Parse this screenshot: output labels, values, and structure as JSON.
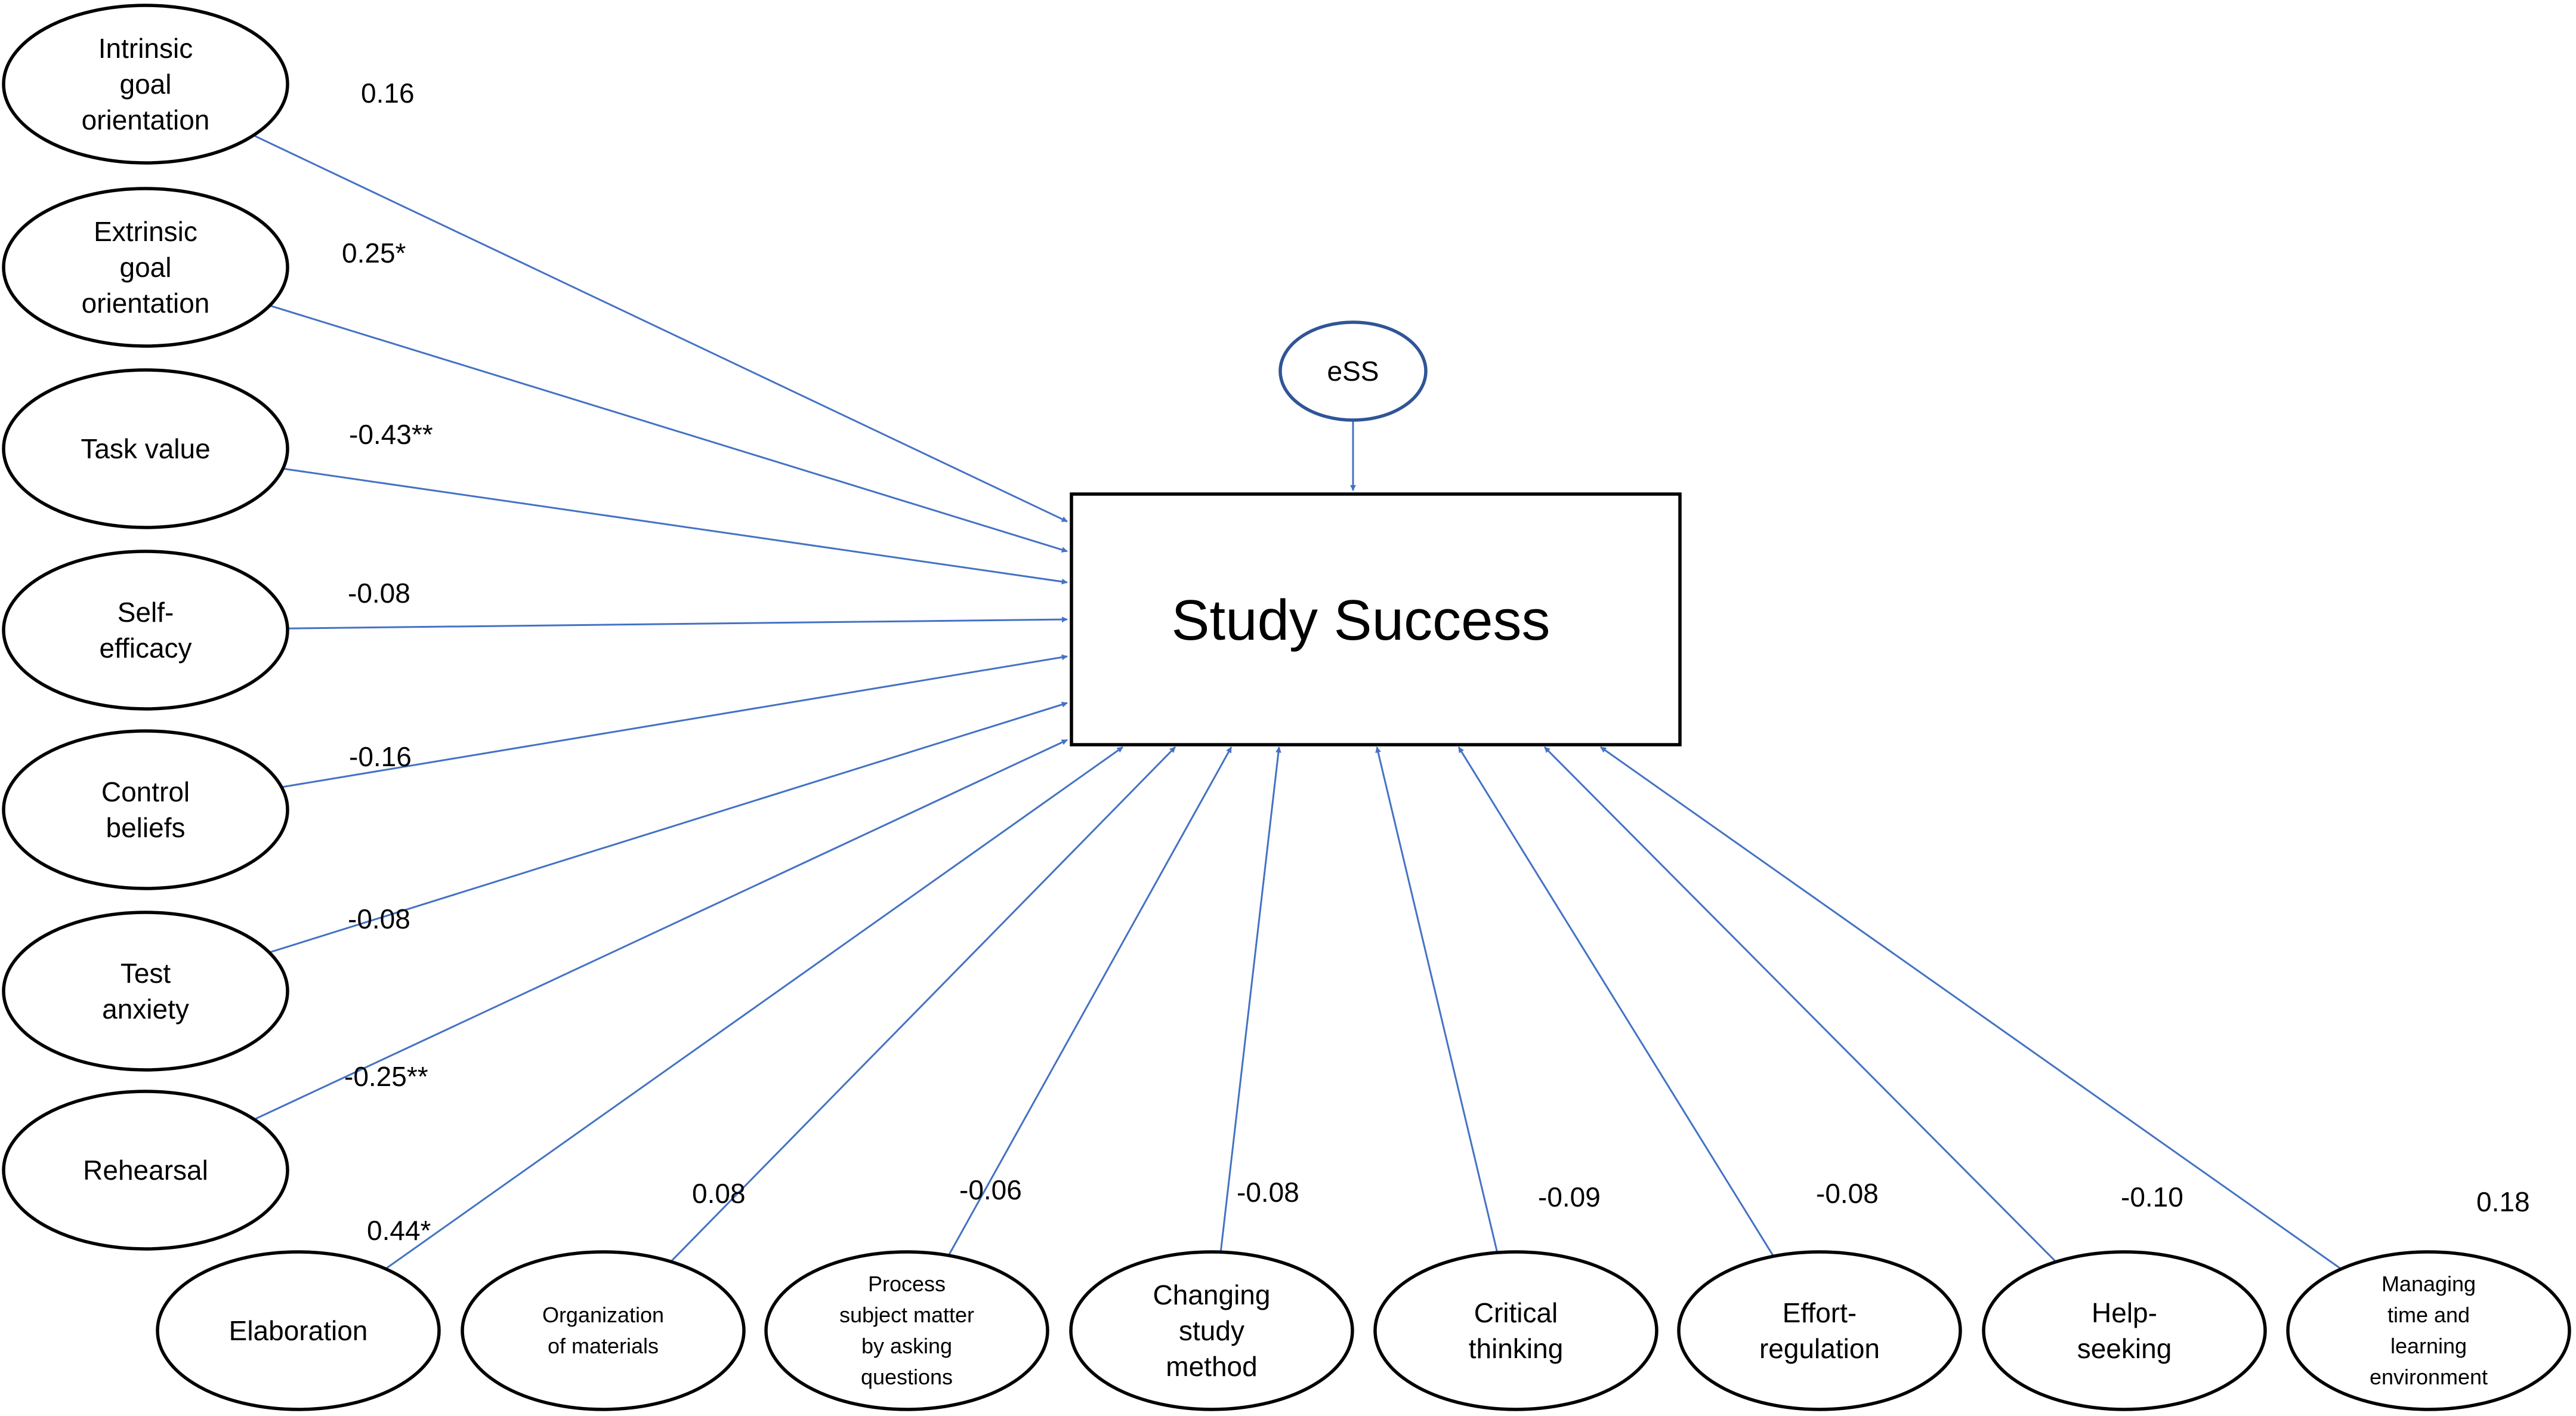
{
  "outcome": {
    "label": "Study Success"
  },
  "error_term": {
    "label": "eSS"
  },
  "predictors": [
    {
      "label": [
        "Intrinsic",
        "goal",
        "orientation"
      ],
      "coefficient": "0.16"
    },
    {
      "label": [
        "Extrinsic",
        "goal",
        "orientation"
      ],
      "coefficient": "0.25*"
    },
    {
      "label": [
        "Task value"
      ],
      "coefficient": "-0.43**"
    },
    {
      "label": [
        "Self-",
        "efficacy"
      ],
      "coefficient": "-0.08"
    },
    {
      "label": [
        "Control",
        "beliefs"
      ],
      "coefficient": "-0.16"
    },
    {
      "label": [
        "Test",
        "anxiety"
      ],
      "coefficient": "-0.08"
    },
    {
      "label": [
        "Rehearsal"
      ],
      "coefficient": "-0.25**"
    },
    {
      "label": [
        "Elaboration"
      ],
      "coefficient": "0.44*"
    },
    {
      "label": [
        "Organization",
        "of materials"
      ],
      "coefficient": "0.08"
    },
    {
      "label": [
        "Process",
        "subject matter",
        "by asking",
        "questions"
      ],
      "coefficient": "-0.06"
    },
    {
      "label": [
        "Changing",
        "study",
        "method"
      ],
      "coefficient": "-0.08"
    },
    {
      "label": [
        "Critical",
        "thinking"
      ],
      "coefficient": "-0.09"
    },
    {
      "label": [
        "Effort-",
        "regulation"
      ],
      "coefficient": "-0.08"
    },
    {
      "label": [
        "Help-",
        "seeking"
      ],
      "coefficient": "-0.10"
    },
    {
      "label": [
        "Managing",
        "time and",
        "learning",
        "environment"
      ],
      "coefficient": "0.18"
    }
  ],
  "colors": {
    "path": "#4472c4",
    "error_outline": "#2f5597",
    "node_outline": "#000000"
  }
}
